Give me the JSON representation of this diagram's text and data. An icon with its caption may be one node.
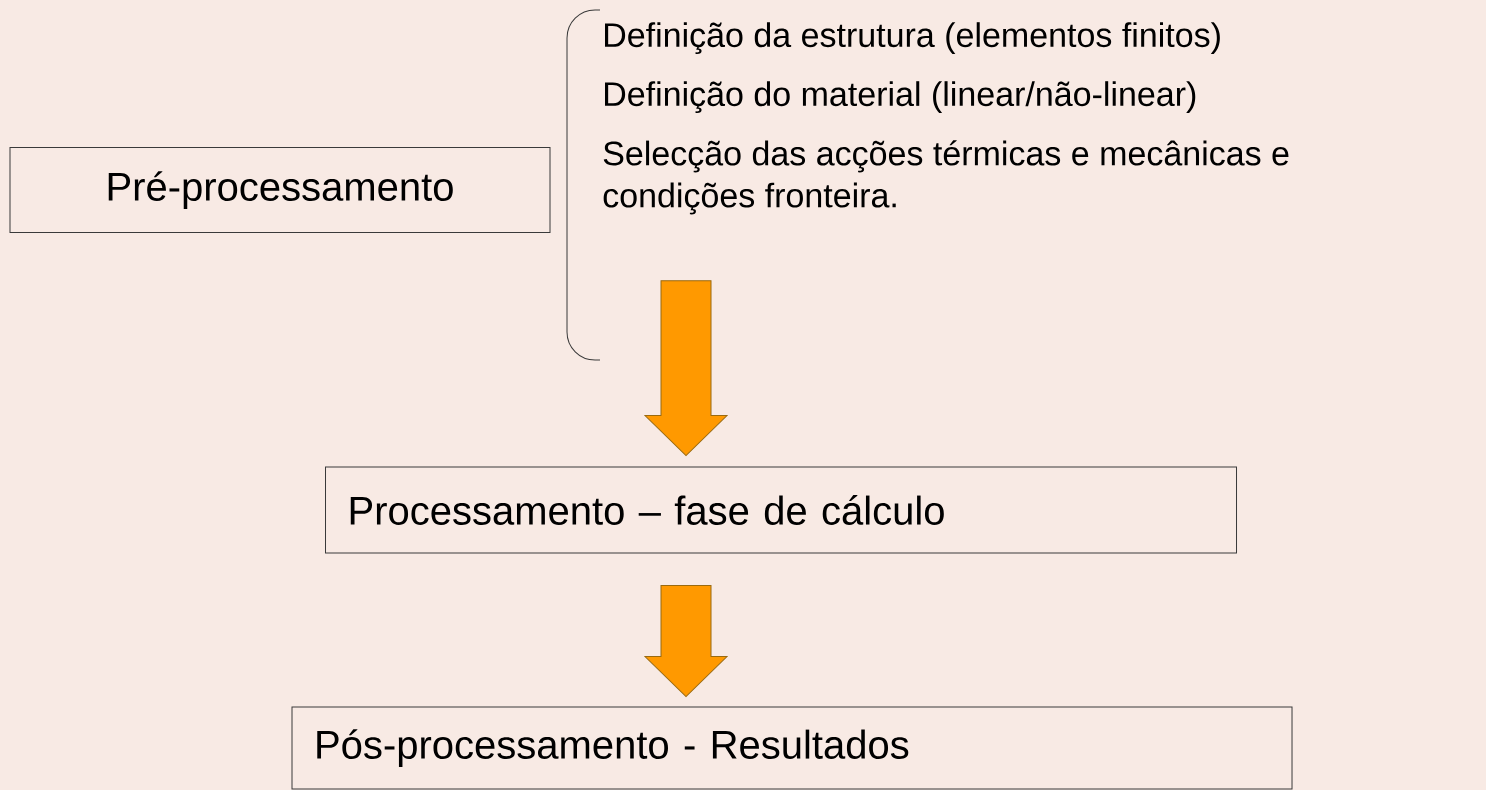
{
  "diagram": {
    "nodes": [
      {
        "text": [
          "Pré-processamento"
        ]
      },
      {
        "text": [
          "Definição da estrutura (elementos finitos)",
          "Definição do material (linear/não-linear)",
          "Selecção das acções térmicas e mecânicas e condições fronteira."
        ]
      },
      {
        "text": [
          "Processamento – fase de cálculo"
        ]
      },
      {
        "text": [
          "Pós-processamento - Resultados"
        ]
      }
    ],
    "edges": [
      {
        "from": 1,
        "to": 2,
        "arrow": "to"
      },
      {
        "from": 2,
        "to": 3,
        "arrow": "to"
      }
    ]
  }
}
